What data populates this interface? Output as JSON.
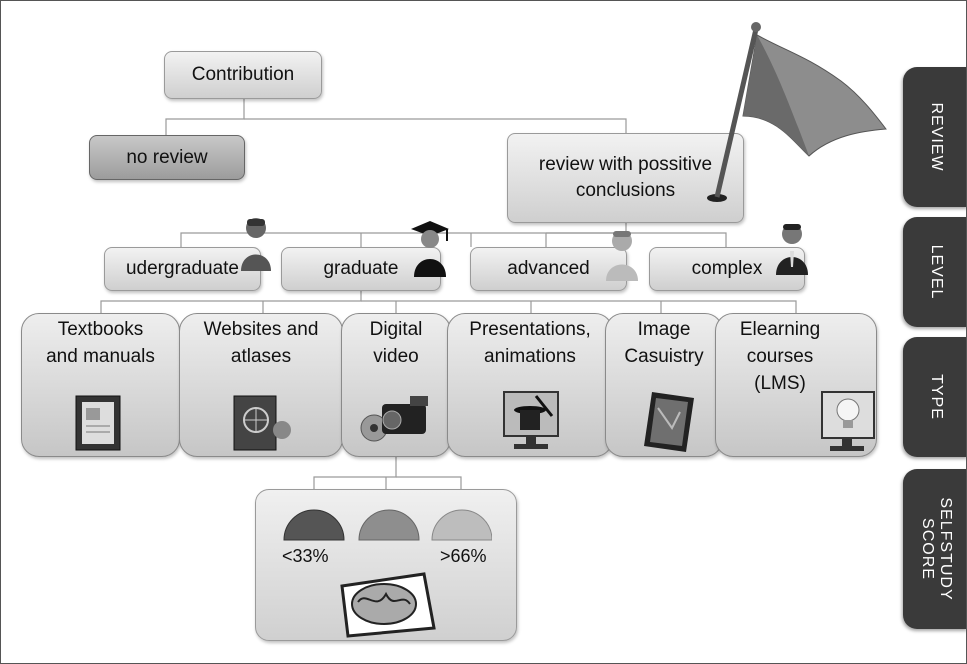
{
  "root": "Contribution",
  "review": {
    "none": "no review",
    "positive": "review with possitive conclusions"
  },
  "levels": [
    "udergraduate",
    "graduate",
    "advanced",
    "complex"
  ],
  "types": [
    {
      "label": "Textbooks\nand manuals",
      "icon": "book-icon"
    },
    {
      "label": "Websites and\natlases",
      "icon": "globe-book-icon"
    },
    {
      "label": "Digital\nvideo",
      "icon": "camcorder-icon"
    },
    {
      "label": "Presentations,\nanimations",
      "icon": "monitor-tophat-icon"
    },
    {
      "label": "Image\nCasuistry",
      "icon": "tablet-icon"
    },
    {
      "label": "Elearning\ncourses\n(LMS)",
      "icon": "monitor-lightbulb-icon"
    }
  ],
  "score": {
    "low": "<33%",
    "high": ">66%"
  },
  "tabs": [
    "REVIEW",
    "LEVEL",
    "TYPE",
    "SELFSTUDY\nSCORE"
  ],
  "colors": {
    "tab_bg": "#3a3a3a",
    "box_light": "#e6e6e6",
    "box_dark": "#b0b0b0"
  }
}
